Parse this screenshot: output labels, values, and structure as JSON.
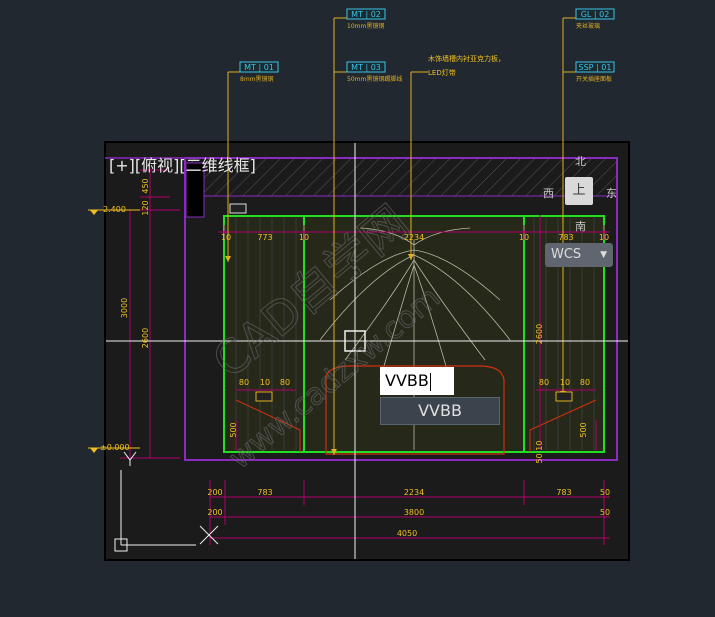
{
  "view_label": "[+][俯视][二维线框]",
  "compass": {
    "north": "北",
    "south": "南",
    "east": "东",
    "west": "西",
    "cube_face": "上"
  },
  "wcs_label": "WCS",
  "command": {
    "input_value": "VVBB",
    "suggestion": "VVBB"
  },
  "tags": [
    {
      "code": "MT | 02",
      "desc": "10mm黑镜钢"
    },
    {
      "code": "GL | 02",
      "desc": "夹丝玻璃"
    },
    {
      "code": "MT | 01",
      "desc": "8mm黑镜钢"
    },
    {
      "code": "MT | 03",
      "desc": "50mm黑镜钢踢脚线"
    },
    {
      "code": "SSP | 01",
      "desc": "开关插座面板"
    }
  ],
  "annotation": {
    "line1": "木饰墙槽内衬亚克力板，",
    "line2": "LED灯带"
  },
  "left_dims": {
    "elev_top": "2.400",
    "elev_bottom": "±0.000",
    "d450": "450",
    "d120": "120",
    "d3000": "3000",
    "d2600": "2600"
  },
  "top_dims": [
    "10",
    "773",
    "10",
    "2234",
    "10",
    "783",
    "10"
  ],
  "inner_dims": {
    "left": [
      "80",
      "10",
      "80"
    ],
    "right": [
      "80",
      "10",
      "80"
    ],
    "left_v": "500",
    "right_v": "500",
    "right_v2": "2600",
    "right_v3": "50 10"
  },
  "bottom_dims": {
    "row1": [
      "200",
      "783",
      "2234",
      "783",
      "50"
    ],
    "row2": [
      "200",
      "3800",
      "50"
    ],
    "row3": [
      "4050"
    ]
  },
  "watermark": {
    "line1": "CAD自学网",
    "line2": "www.cadzxw.com"
  },
  "colors": {
    "background": "#212830",
    "viewport": "#1a1a1a",
    "yellow": "#f0c020",
    "magenta": "#b0006e",
    "green": "#22dd22",
    "purple": "#8a2bc0",
    "cyan_tag": "#39c4e8"
  }
}
